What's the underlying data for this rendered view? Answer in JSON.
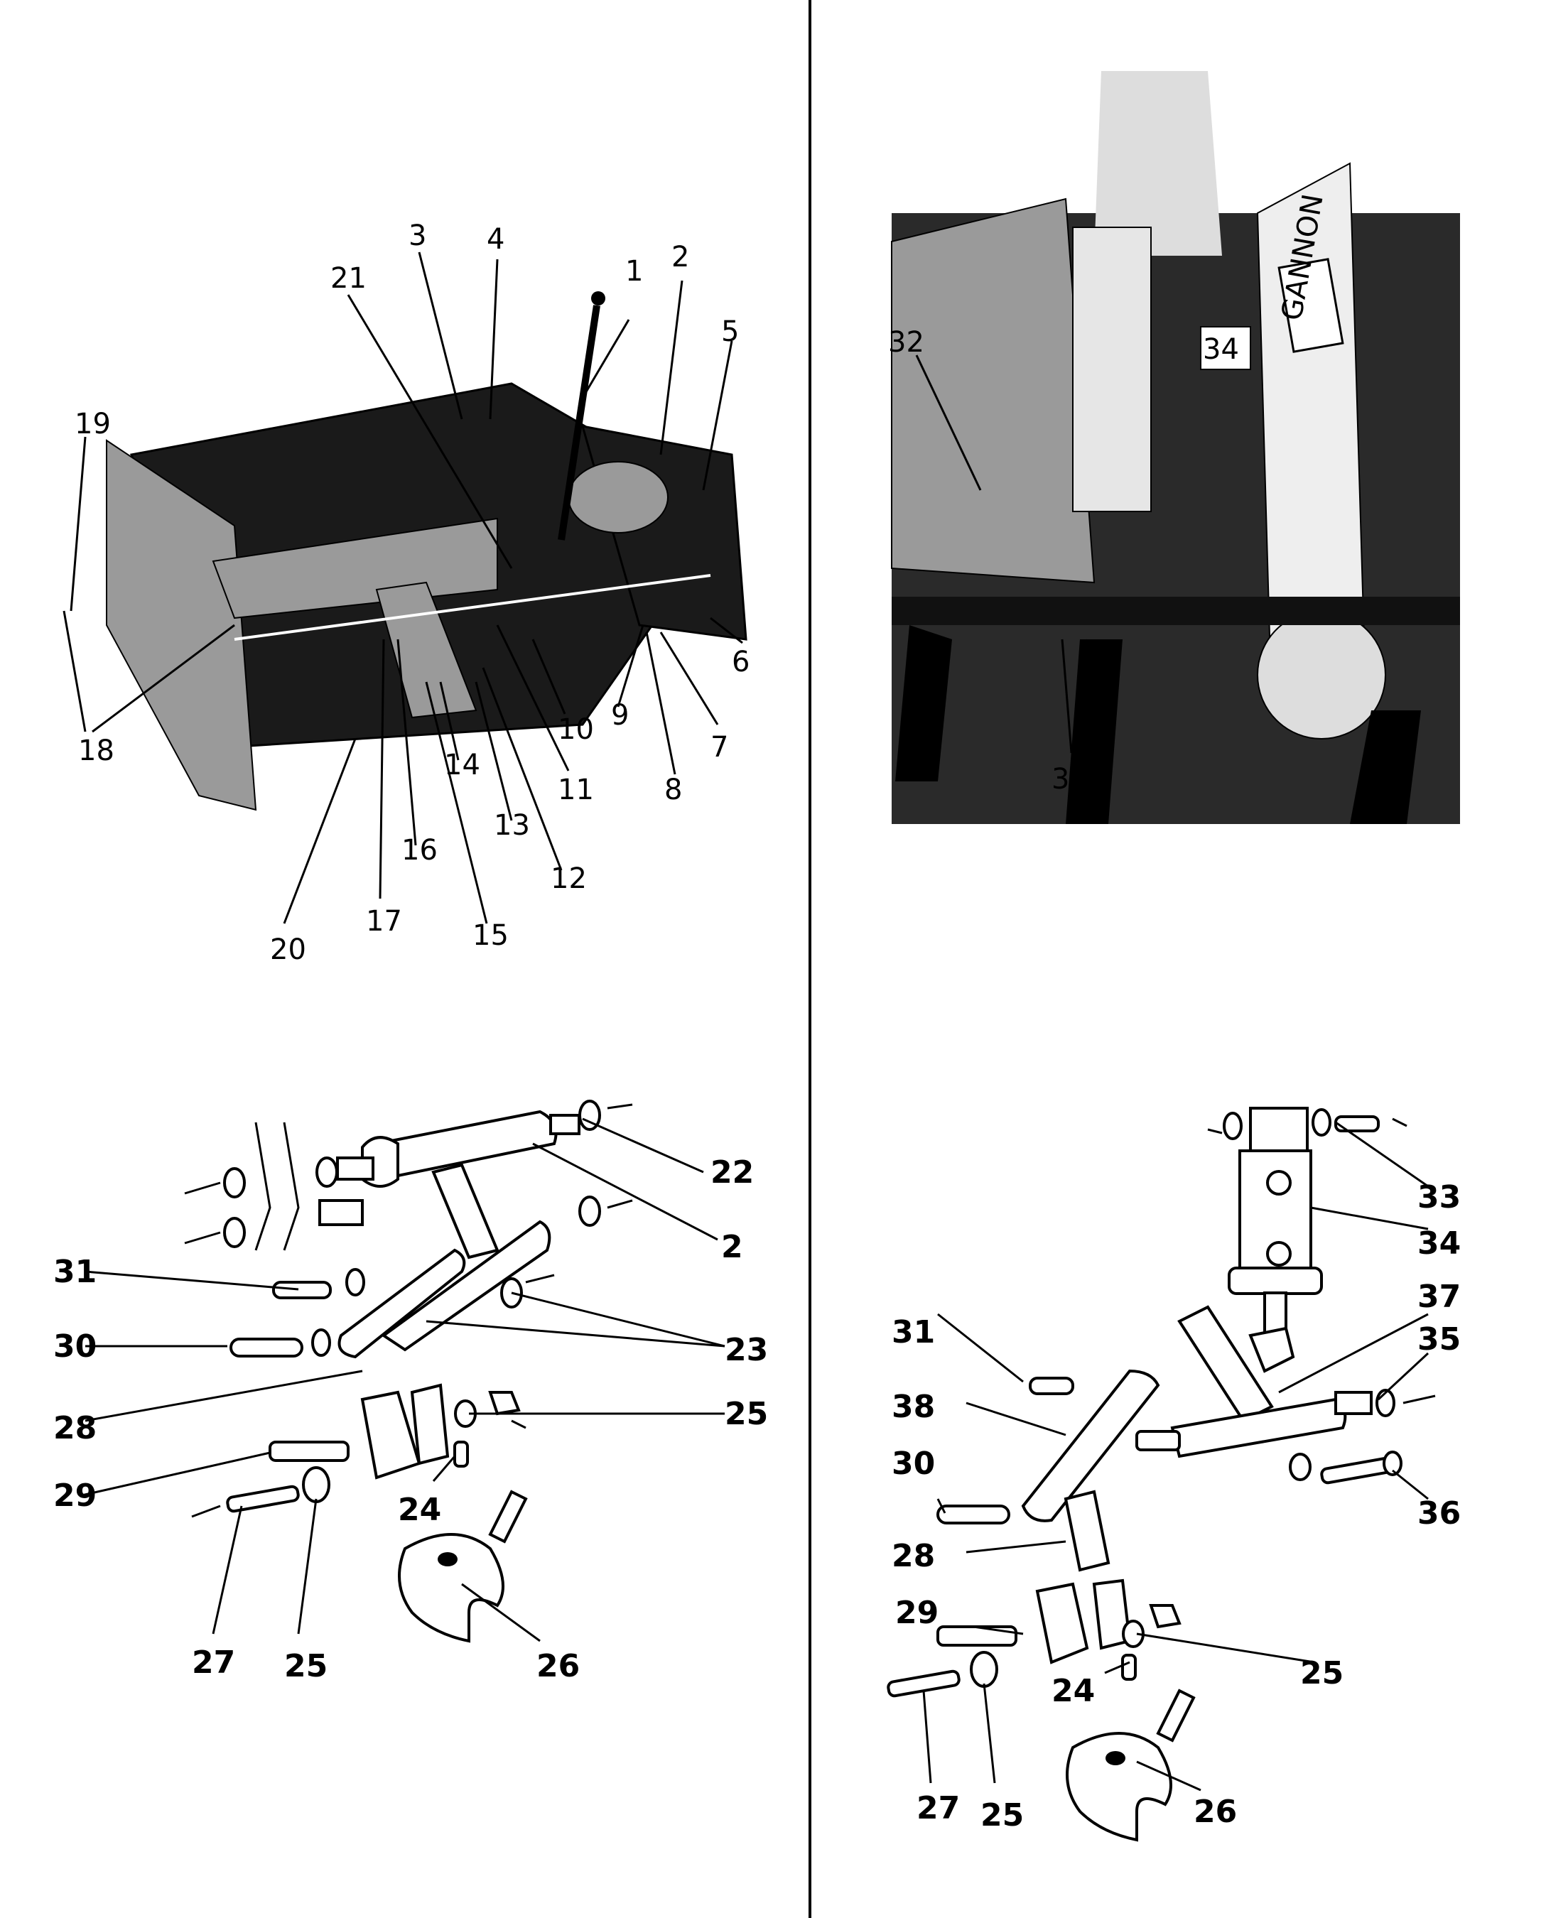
{
  "panels": {
    "top_left": {
      "labels": [
        "1",
        "2",
        "3",
        "4",
        "5",
        "6",
        "7",
        "8",
        "9",
        "10",
        "11",
        "12",
        "13",
        "14",
        "15",
        "16",
        "17",
        "18",
        "19",
        "20",
        "21"
      ]
    },
    "top_right": {
      "labels": [
        "32",
        "34",
        "39"
      ],
      "logo_text": "GANNON"
    },
    "bottom_left": {
      "labels": [
        "22",
        "2",
        "31",
        "23",
        "30",
        "28",
        "25",
        "29",
        "24",
        "27",
        "25",
        "26"
      ]
    },
    "bottom_right": {
      "labels": [
        "33",
        "34",
        "37",
        "31",
        "35",
        "38",
        "30",
        "36",
        "28",
        "29",
        "25",
        "24",
        "27",
        "25",
        "26"
      ]
    }
  }
}
